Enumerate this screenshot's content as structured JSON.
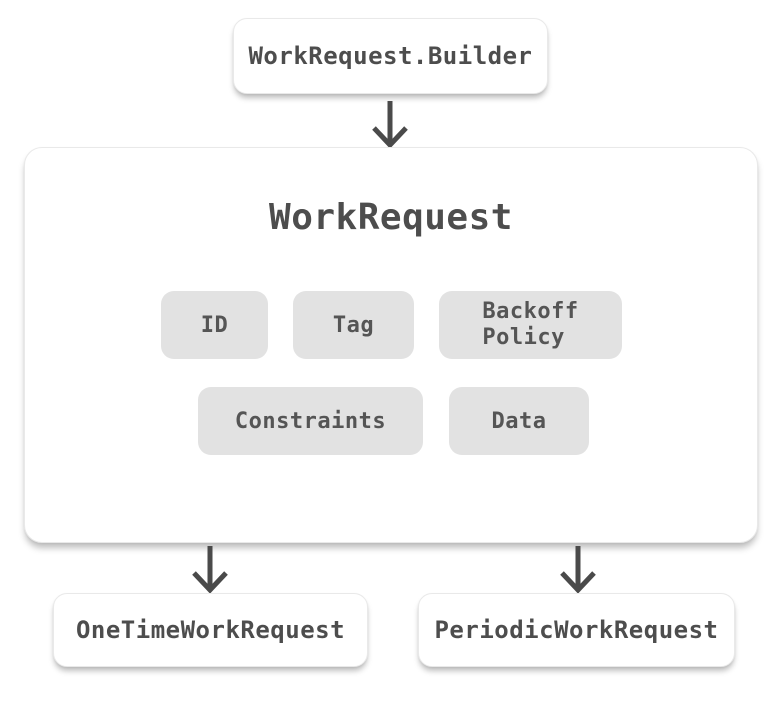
{
  "diagram": {
    "builder": {
      "label": "WorkRequest.Builder"
    },
    "work_request": {
      "title": "WorkRequest",
      "properties": [
        {
          "label": "ID"
        },
        {
          "label": "Tag"
        },
        {
          "label": "Backoff\nPolicy"
        },
        {
          "label": "Constraints"
        },
        {
          "label": "Data"
        }
      ]
    },
    "subclasses": [
      {
        "label": "OneTimeWorkRequest"
      },
      {
        "label": "PeriodicWorkRequest"
      }
    ]
  },
  "colors": {
    "canvas_bg": "#ffffff",
    "box_bg": "#ffffff",
    "box_border": "#e9e9e9",
    "chip_bg": "#e2e2e2",
    "chip_text": "#555555",
    "text": "#4d4d4d",
    "arrow": "#4a4a4a"
  }
}
